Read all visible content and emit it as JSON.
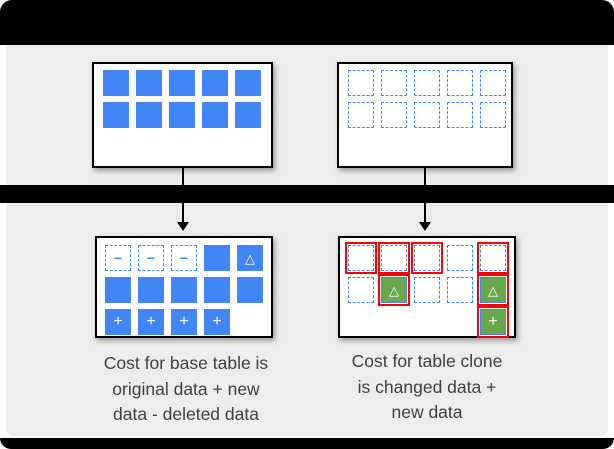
{
  "colors": {
    "blue": "#4285f4",
    "green": "#6aa84f",
    "red": "#ff0000",
    "bar": "#000000",
    "panel": "#ededed",
    "text": "#3c4043"
  },
  "symbols": {
    "minus": "−",
    "triangle": "△",
    "plus": "+"
  },
  "tables": {
    "base_original": {
      "rows": [
        [
          "solid",
          "solid",
          "solid",
          "solid",
          "solid"
        ],
        [
          "solid",
          "solid",
          "solid",
          "solid",
          "solid"
        ]
      ]
    },
    "clone_original": {
      "rows": [
        [
          "dashed",
          "dashed",
          "dashed",
          "dashed",
          "dashed"
        ],
        [
          "dashed",
          "dashed",
          "dashed",
          "dashed",
          "dashed"
        ]
      ]
    },
    "base_after": {
      "rows": [
        [
          "dashed:minus",
          "dashed:minus",
          "dashed:minus",
          "solid",
          "solid:triangle"
        ],
        [
          "solid",
          "solid",
          "solid",
          "solid",
          "solid"
        ],
        [
          "solid:plus",
          "solid:plus",
          "solid:plus",
          "solid:plus",
          "empty"
        ]
      ]
    },
    "clone_after": {
      "rows": [
        [
          "red|dashed",
          "red|dashed",
          "red|dashed",
          "dashed",
          "red|dashed"
        ],
        [
          "dashed",
          "red|green:triangle",
          "dashed",
          "dashed",
          "red|green:triangle"
        ],
        [
          "empty",
          "empty",
          "empty",
          "empty",
          "red|green:plus"
        ]
      ]
    }
  },
  "captions": {
    "base": [
      "Cost for base table is",
      "original data + new",
      "data - deleted data"
    ],
    "clone": [
      "Cost for table clone",
      "is changed data +",
      "new data"
    ]
  }
}
